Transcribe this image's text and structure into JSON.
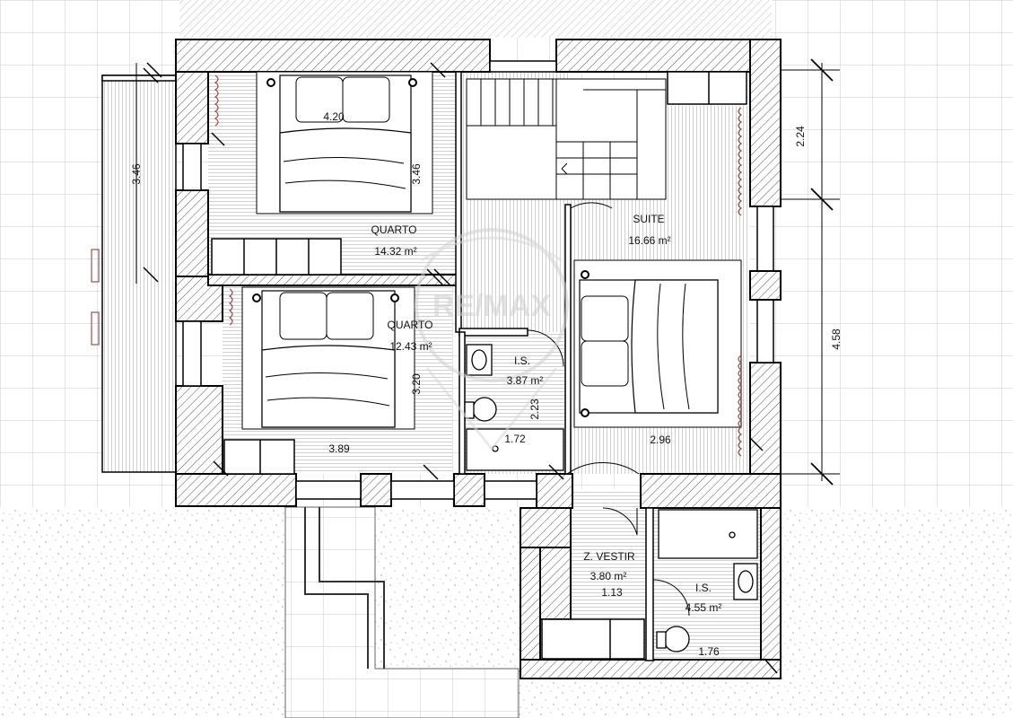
{
  "colors": {
    "wall_stroke": "#000000",
    "hatch": "#555555",
    "floor_lines": "#bdbdbd",
    "grid": "#c8c8c8",
    "gravel": "#999999",
    "watermark": "#d9d9d9"
  },
  "rooms": [
    {
      "name": "QUARTO",
      "area": "14.32 m²"
    },
    {
      "name": "QUARTO",
      "area": "12.43 m²"
    },
    {
      "name": "SUITE",
      "area": "16.66 m²"
    },
    {
      "name": "I.S.",
      "area": "3.87 m²"
    },
    {
      "name": "Z. VESTIR",
      "area": "3.80 m²"
    },
    {
      "name": "I.S.",
      "area": "4.55 m²"
    }
  ],
  "dimensions": {
    "terrace_length": "3.46",
    "q1_width": "4.20",
    "q1_depth": "3.46",
    "q2_depth": "3.20",
    "q2_width": "3.89",
    "is1_width": "1.72",
    "is1_depth": "2.23",
    "suite_width": "2.96",
    "zv_width": "1.13",
    "is2_width": "1.76",
    "right_top": "2.24",
    "right_bottom": "4.58"
  },
  "watermark": {
    "text": "RE/MAX"
  }
}
